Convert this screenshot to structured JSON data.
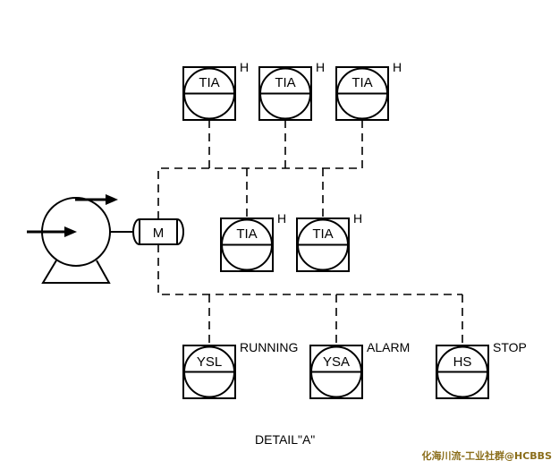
{
  "instruments": [
    {
      "tag": "TIA",
      "side_label": "H"
    },
    {
      "tag": "TIA",
      "side_label": "H"
    },
    {
      "tag": "TIA",
      "side_label": "H"
    },
    {
      "tag": "TIA",
      "side_label": "H"
    },
    {
      "tag": "TIA",
      "side_label": "H"
    },
    {
      "tag": "YSL",
      "side_label": "RUNNING"
    },
    {
      "tag": "YSA",
      "side_label": "ALARM"
    },
    {
      "tag": "HS",
      "side_label": "STOP"
    }
  ],
  "motor": {
    "label": "M"
  },
  "caption": "DETAIL\"A\"",
  "watermark": "化海川流-工业社群@HCBBS"
}
